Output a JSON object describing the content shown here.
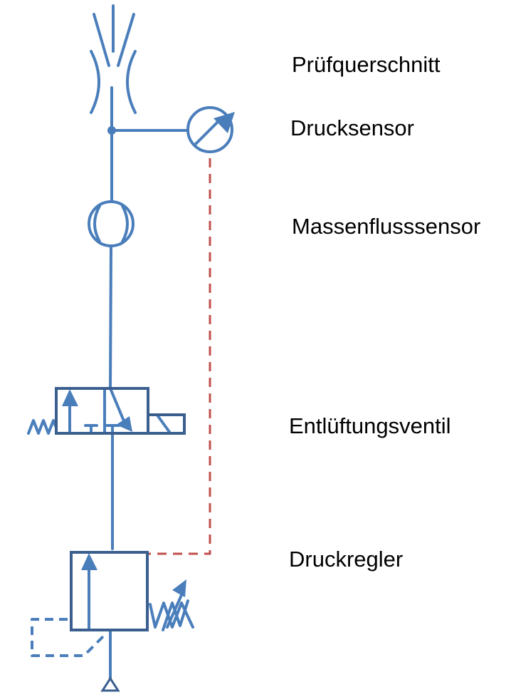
{
  "diagram": {
    "type": "pneumatic-circuit",
    "colors": {
      "line": "#4a7ebb",
      "body": "#3a5f8f",
      "signal": "#c0504d",
      "text": "#000000",
      "background": "#ffffff"
    },
    "components": [
      {
        "id": "pruefquerschnitt",
        "label": "Prüfquerschnitt",
        "symbol": "nozzle-orifice-icon"
      },
      {
        "id": "drucksensor",
        "label": "Drucksensor",
        "symbol": "pressure-gauge-icon"
      },
      {
        "id": "massenflusssensor",
        "label": "Massenflusssensor",
        "symbol": "flow-meter-icon"
      },
      {
        "id": "entlueftungsventil",
        "label": "Entlüftungsventil",
        "symbol": "solenoid-valve-3-2-icon"
      },
      {
        "id": "druckregler",
        "label": "Druckregler",
        "symbol": "pressure-regulator-icon"
      }
    ],
    "connections": [
      {
        "from": "druckregler",
        "to": "entlueftungsventil",
        "kind": "pneumatic-line"
      },
      {
        "from": "entlueftungsventil",
        "to": "massenflusssensor",
        "kind": "pneumatic-line"
      },
      {
        "from": "massenflusssensor",
        "to": "pruefquerschnitt",
        "kind": "pneumatic-line"
      },
      {
        "from": "pruefquerschnitt",
        "to": "drucksensor",
        "kind": "pneumatic-line"
      },
      {
        "from": "drucksensor",
        "to": "druckregler",
        "kind": "signal-line-dashed"
      },
      {
        "from": "druckregler",
        "to": "druckregler",
        "kind": "pilot-line-dashed"
      }
    ],
    "source": {
      "symbol": "pressure-source-triangle-icon"
    }
  }
}
